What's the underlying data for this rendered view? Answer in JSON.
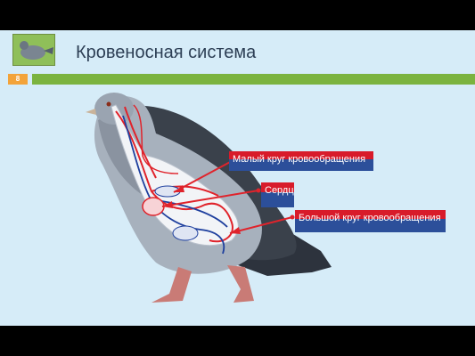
{
  "slide": {
    "title": "Кровеносная система",
    "number": "8"
  },
  "labels": {
    "small_circle": "Малый круг кровообращения",
    "heart": "Сердце",
    "big_circle": "Большой круг кровообращения"
  },
  "colors": {
    "background": "#d6ecf8",
    "accent_bar": "#7bb33f",
    "number_box": "#f3a33a",
    "label_red": "#d81b2a",
    "label_blue": "#2c4f9a",
    "artery": "#e0232b",
    "vein": "#1e3f9e"
  }
}
